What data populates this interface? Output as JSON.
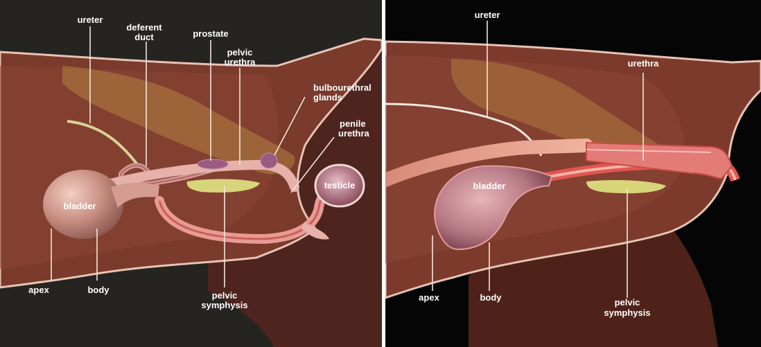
{
  "left_panel": {
    "labels": {
      "ureter": "ureter",
      "deferent_duct_1": "deferent",
      "deferent_duct_2": "duct",
      "prostate": "prostate",
      "pelvic_urethra_1": "pelvic",
      "pelvic_urethra_2": "urethra",
      "bulbourethral_1": "bulbourethral",
      "bulbourethral_2": "glands",
      "penile_urethra_1": "penile",
      "penile_urethra_2": "urethra",
      "testicle": "testicle",
      "bladder": "bladder",
      "apex": "apex",
      "body": "body",
      "pelvic_symphysis_1": "pelvic",
      "pelvic_symphysis_2": "symphysis"
    }
  },
  "right_panel": {
    "labels": {
      "ureter": "ureter",
      "urethra": "urethra",
      "bladder": "bladder",
      "apex": "apex",
      "body": "body",
      "pelvic_symphysis_1": "pelvic",
      "pelvic_symphysis_2": "symphysis"
    }
  },
  "colors": {
    "background": "#262422",
    "pelvis_tissue": "#6b3328",
    "body_outline": "#e8c4b4",
    "bladder": "#b27b7a",
    "urethra": "#e2564f",
    "symphysis": "#d8d47a"
  }
}
